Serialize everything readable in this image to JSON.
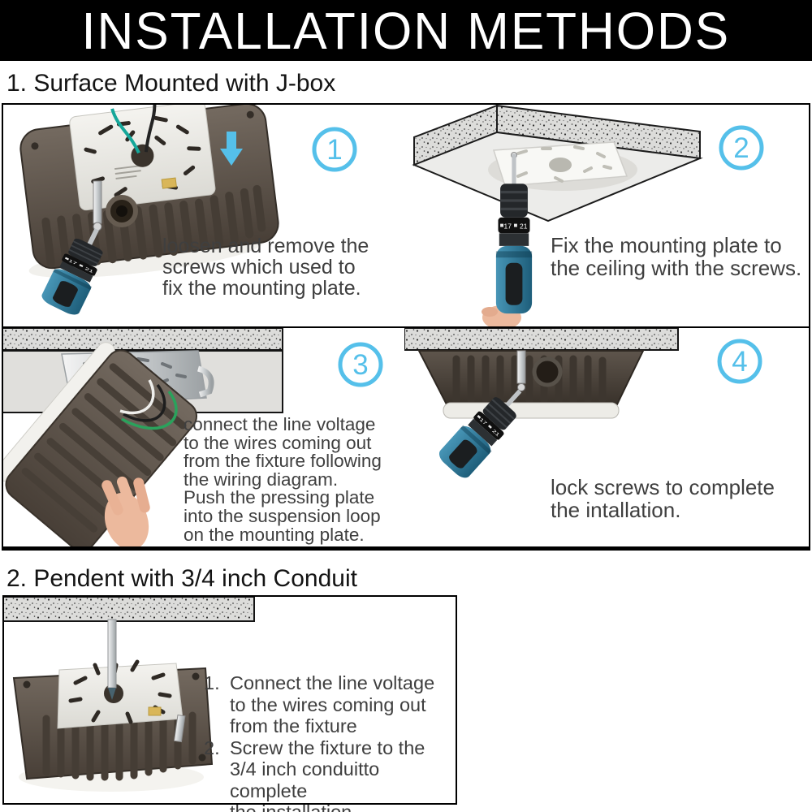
{
  "header": {
    "title": "INSTALLATION METHODS"
  },
  "section1": {
    "heading": "1. Surface Mounted with J-box"
  },
  "section2": {
    "heading": "2. Pendent with 3/4 inch Conduit"
  },
  "steps": [
    {
      "num": "1",
      "text": "loosen and remove the\nscrews which used to\nfix the mounting plate."
    },
    {
      "num": "2",
      "text": "Fix the mounting plate to\nthe ceiling with the screws."
    },
    {
      "num": "3",
      "text": "connect the line voltage\nto the wires coming out\nfrom the fixture following\nthe wiring diagram.\nPush the pressing plate\ninto the suspension loop\non the mounting plate."
    },
    {
      "num": "4",
      "text": "lock screws to complete\nthe intallation."
    }
  ],
  "pendant_steps": [
    {
      "num": "1.",
      "text": "Connect the line voltage\nto the wires coming out\nfrom the fixture"
    },
    {
      "num": "2.",
      "text": "Screw the fixture to the\n3/4 inch conduitto complete\nthe installation."
    }
  ],
  "drill": {
    "dial_left": "17",
    "dial_right": "21"
  },
  "colors": {
    "accent_blue": "#55c0ea",
    "fixture_body": "#5b5148",
    "drill_teal": "#2f7fa0",
    "ceiling_speckle": "#dcdcda",
    "text": "#3f3f3f"
  }
}
